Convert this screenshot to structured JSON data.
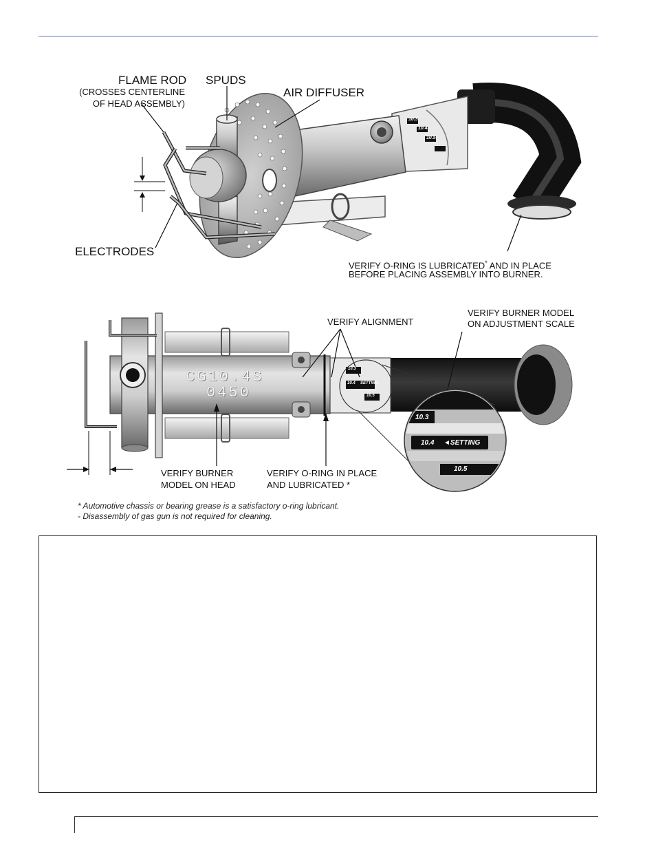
{
  "figure1": {
    "labels": {
      "flame_rod": "FLAME ROD",
      "flame_rod_note_line1": "(CROSSES CENTERLINE",
      "flame_rod_note_line2": "OF HEAD ASSEMBLY)",
      "spuds": "SPUDS",
      "air_diffuser": "AIR DIFFUSER",
      "electrodes": "ELECTRODES",
      "oring_line1": "VERIFY O-RING IS LUBRICATED",
      "oring_star": "*",
      "oring_line1_tail": " AND IN PLACE",
      "oring_line2": "BEFORE PLACING ASSEMBLY INTO BURNER."
    },
    "scale_marks": [
      "10.3",
      "10.4",
      "10.5"
    ]
  },
  "figure2": {
    "labels": {
      "verify_alignment": "VERIFY ALIGNMENT",
      "verify_model_scale_line1": "VERIFY BURNER MODEL",
      "verify_model_scale_line2": "ON ADJUSTMENT SCALE",
      "verify_model_head_line1": "VERIFY BURNER",
      "verify_model_head_line2": "MODEL ON HEAD",
      "verify_oring_line1": "VERIFY O-RING IN PLACE",
      "verify_oring_line2": "AND LUBRICATED *"
    },
    "head_stamp_line1": "CG10.4S",
    "head_stamp_line2": "0450",
    "small_scale": [
      "10.3",
      "10.4",
      "SETTING",
      "10.5"
    ],
    "magnified_scale": {
      "upper": "10.3",
      "selected": "10.4",
      "setting": "◄SETTING",
      "lower": "10.5"
    }
  },
  "footnotes": [
    "* Automotive chassis or bearing grease is a satisfactory o-ring lubricant.",
    "- Disassembly of gas gun is not required for cleaning."
  ],
  "colors": {
    "rule_blue": "#6a7ba0",
    "metal_light": "#d8d8d8",
    "metal_dark": "#555555",
    "hose_black": "#111111"
  }
}
